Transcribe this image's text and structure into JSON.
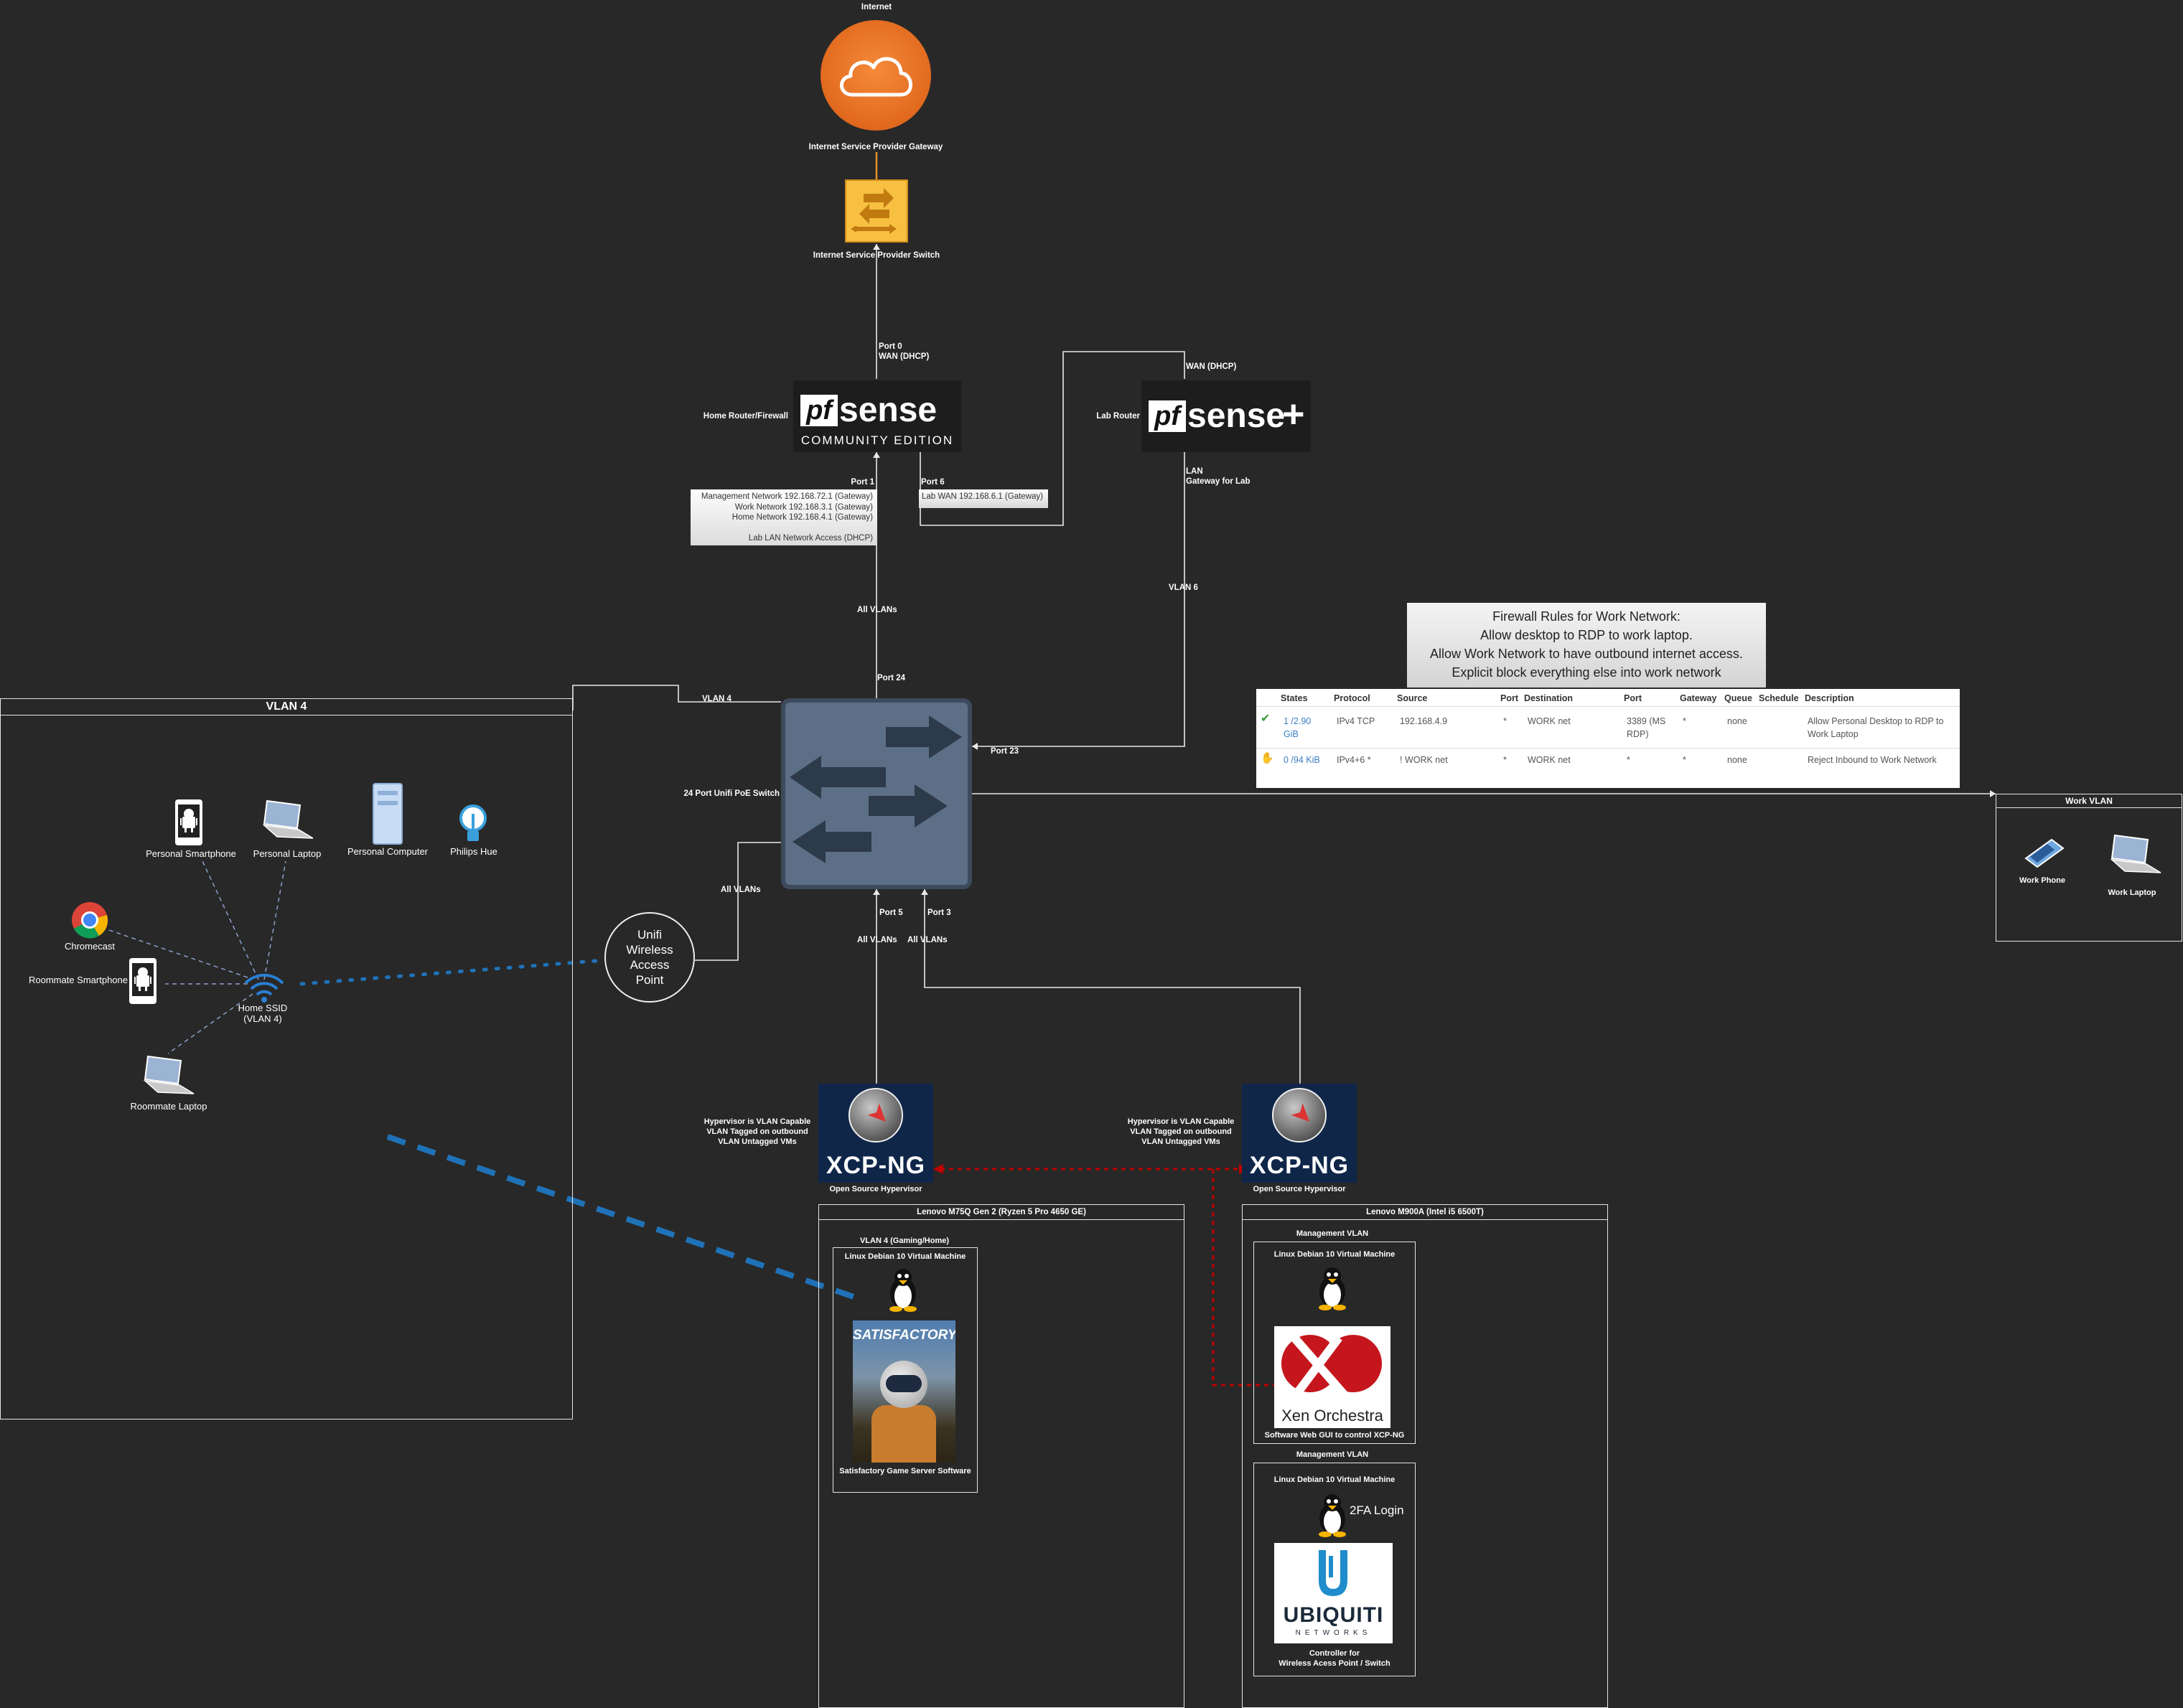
{
  "internet": {
    "label": "Internet",
    "gateway_label": "Internet Service Provider Gateway",
    "switch_label": "Internet Service Provider Switch"
  },
  "home_router": {
    "role_label": "Home Router/Firewall",
    "logo_text": "sense",
    "logo_box": "pf",
    "edition": "COMMUNITY EDITION",
    "port0": "Port 0",
    "port0_sub": "WAN (DHCP)",
    "port1": "Port 1",
    "port6": "Port 6",
    "port1_networks": [
      "Management Network 192.168.72.1 (Gateway)",
      "Work Network 192.168.3.1 (Gateway)",
      "Home Network 192.168.4.1 (Gateway)",
      "",
      "Lab LAN Network Access (DHCP)"
    ],
    "port6_network": "Lab WAN 192.168.6.1 (Gateway)"
  },
  "lab_router": {
    "role_label": "Lab Router",
    "logo_box": "pf",
    "logo_text": "sense",
    "logo_plus": "+",
    "wan": "WAN (DHCP)",
    "lan": "LAN",
    "lan_sub": "Gateway for Lab",
    "vlan6": "VLAN 6"
  },
  "core_switch": {
    "label": "24 Port Unifi PoE Switch",
    "port24": "Port 24",
    "port23": "Port 23",
    "port5": "Port 5",
    "port3": "Port 3",
    "all_vlans": "All VLANs",
    "vlan4": "VLAN 4"
  },
  "wireless_ap": {
    "label": "Unifi Wireless Access Point"
  },
  "vlan4_zone": {
    "title": "VLAN 4",
    "ssid": "Home SSID",
    "ssid_sub": "(VLAN 4)",
    "devices": {
      "personal_smartphone": "Personal Smartphone",
      "personal_laptop": "Personal Laptop",
      "personal_computer": "Personal Computer",
      "philips_hue": "Philips Hue",
      "chromecast": "Chromecast",
      "roommate_smartphone": "Roommate Smartphone",
      "roommate_laptop": "Roommate Laptop"
    }
  },
  "firewall": {
    "title_lines": [
      "Firewall Rules for Work Network:",
      "Allow desktop to RDP to work laptop.",
      "Allow Work Network to have outbound internet access.",
      "Explicit block everything else into work network"
    ],
    "headers": [
      "States",
      "Protocol",
      "Source",
      "Port",
      "Destination",
      "Port",
      "Gateway",
      "Queue",
      "Schedule",
      "Description"
    ],
    "rows": [
      {
        "states": "1 /2.90 GiB",
        "protocol": "IPv4 TCP",
        "source": "192.168.4.9",
        "port": "*",
        "destination": "WORK net",
        "dport": "3389 (MS RDP)",
        "gateway": "*",
        "queue": "none",
        "schedule": "",
        "description": "Allow Personal Desktop to RDP to Work Laptop"
      },
      {
        "states": "0 /94 KiB",
        "protocol": "IPv4+6 *",
        "source": "! WORK net",
        "port": "*",
        "destination": "WORK net",
        "dport": "*",
        "gateway": "*",
        "queue": "none",
        "schedule": "",
        "description": "Reject Inbound to Work Network"
      }
    ]
  },
  "work_vlan": {
    "title": "Work VLAN",
    "phone": "Work Phone",
    "laptop": "Work Laptop"
  },
  "hypervisor_left": {
    "logo": "XCP-NG",
    "caption": "Open Source Hypervisor",
    "note_lines": [
      "Hypervisor is VLAN Capable",
      "VLAN Tagged on outbound",
      "VLAN Untagged VMs"
    ],
    "host_title": "Lenovo M75Q Gen 2 (Ryzen 5 Pro 4650 GE)",
    "vm_vlan": "VLAN 4 (Gaming/Home)",
    "vm_title": "Linux Debian 10 Virtual Machine",
    "app_logo": "SATISFACTORY",
    "app_label": "Satisfactory Game Server Software"
  },
  "hypervisor_right": {
    "logo": "XCP-NG",
    "caption": "Open Source Hypervisor",
    "note_lines": [
      "Hypervisor is VLAN Capable",
      "VLAN Tagged on outbound",
      "VLAN Untagged VMs"
    ],
    "host_title": "Lenovo M900A (Intel i5 6500T)",
    "vm1_vlan": "Management VLAN",
    "vm1_title": "Linux Debian 10 Virtual Machine",
    "vm1_app": "Xen Orchestra",
    "vm1_app_label": "Software Web GUI to control XCP-NG",
    "vm2_vlan": "Management VLAN",
    "vm2_title": "Linux Debian 10 Virtual Machine",
    "vm2_2fa": "2FA Login",
    "vm2_app": "UBIQUITI",
    "vm2_app_sub": "NETWORKS",
    "vm2_app_label1": "Controller for",
    "vm2_app_label2": "Wireless Acess Point / Switch"
  },
  "colors": {
    "background": "#282828",
    "orange": "#e8722a",
    "switch_blue": "#5c6f86",
    "dotted_blue": "#1f72b8",
    "red_link": "#c00000"
  }
}
